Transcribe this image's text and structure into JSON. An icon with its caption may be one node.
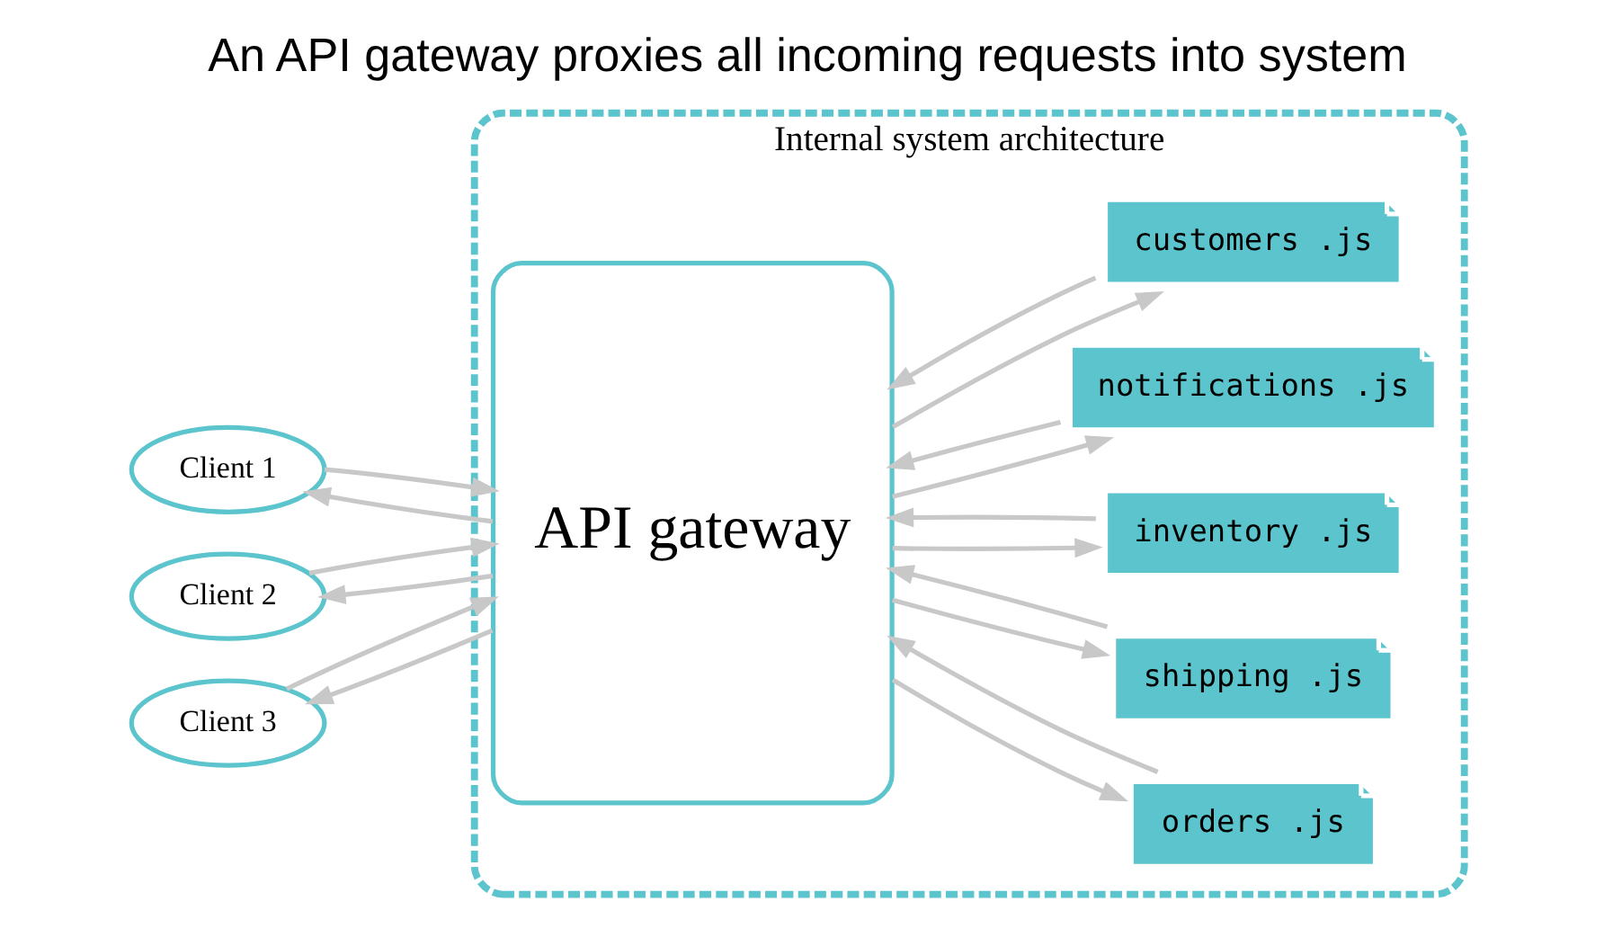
{
  "diagram": {
    "title": "An API gateway proxies all incoming requests into system",
    "nodes": [
      {
        "text": [
          "Internal system architecture"
        ]
      },
      {
        "text": [
          "API gateway"
        ],
        "in": 0
      },
      {
        "text": [
          "orders .js"
        ],
        "in": 0
      },
      {
        "text": [
          "shipping .js"
        ],
        "in": 0
      },
      {
        "text": [
          "inventory .js"
        ],
        "in": 0
      },
      {
        "text": [
          "notifications .js"
        ],
        "in": 0
      },
      {
        "text": [
          "customers .js"
        ],
        "in": 0
      },
      {
        "text": [
          "Client 1"
        ]
      },
      {
        "text": [
          "Client 2"
        ]
      },
      {
        "text": [
          "Client 3"
        ]
      }
    ],
    "edges": [
      {
        "from": 7,
        "to": 1,
        "arrow": "to",
        "color": "#c8c8c8"
      },
      {
        "from": 1,
        "to": 7,
        "arrow": "to",
        "color": "#c8c8c8"
      },
      {
        "from": 8,
        "to": 1,
        "arrow": "to",
        "color": "#c8c8c8"
      },
      {
        "from": 1,
        "to": 8,
        "arrow": "to",
        "color": "#c8c8c8"
      },
      {
        "from": 9,
        "to": 1,
        "arrow": "to",
        "color": "#c8c8c8"
      },
      {
        "from": 1,
        "to": 9,
        "arrow": "to",
        "color": "#c8c8c8"
      },
      {
        "from": 1,
        "to": 2,
        "arrow": "to",
        "color": "#c8c8c8"
      },
      {
        "from": 2,
        "to": 1,
        "arrow": "to",
        "color": "#c8c8c8"
      },
      {
        "from": 1,
        "to": 3,
        "arrow": "to",
        "color": "#c8c8c8"
      },
      {
        "from": 3,
        "to": 1,
        "arrow": "to",
        "color": "#c8c8c8"
      },
      {
        "from": 1,
        "to": 4,
        "arrow": "to",
        "color": "#c8c8c8"
      },
      {
        "from": 4,
        "to": 1,
        "arrow": "to",
        "color": "#c8c8c8"
      },
      {
        "from": 1,
        "to": 5,
        "arrow": "to",
        "color": "#c8c8c8"
      },
      {
        "from": 5,
        "to": 1,
        "arrow": "to",
        "color": "#c8c8c8"
      },
      {
        "from": 1,
        "to": 6,
        "arrow": "to",
        "color": "#c8c8c8"
      },
      {
        "from": 6,
        "to": 1,
        "arrow": "to",
        "color": "#c8c8c8"
      }
    ]
  }
}
